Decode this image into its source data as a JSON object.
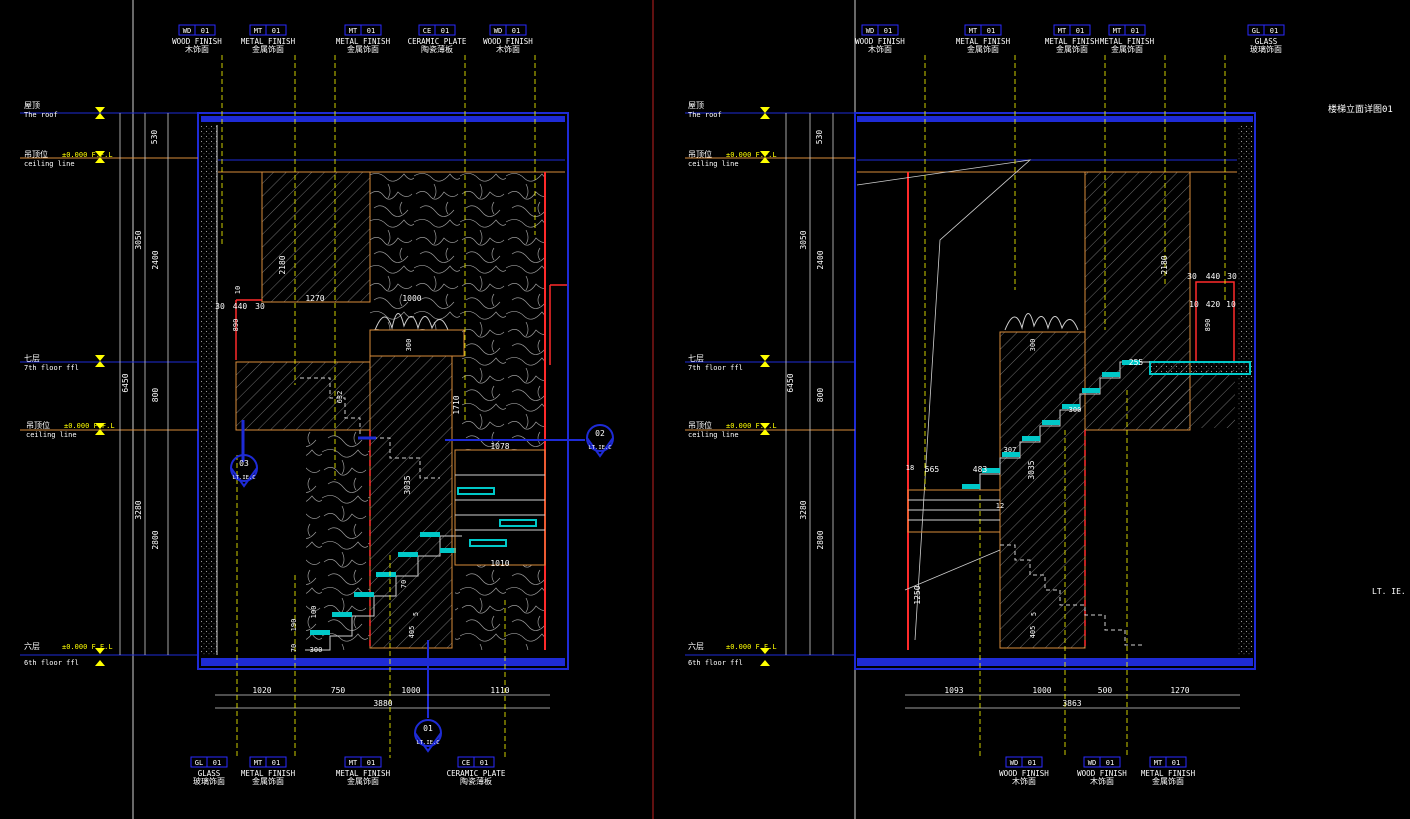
{
  "title_right": "楼梯立面详图01",
  "corner_label": "LT. IE. C",
  "left_view": {
    "levels": [
      {
        "cn": "屋顶",
        "en": "The roof"
      },
      {
        "cn": "吊顶位",
        "elev": "±0.000 F.F.L",
        "en": "ceiling line"
      },
      {
        "cn": "七层",
        "en": "7th floor ffl"
      },
      {
        "cn": "吊顶位",
        "elev": "±0.000 F.F.L",
        "en": "ceiling line"
      },
      {
        "cn": "六层",
        "elev": "±0.000 F.F.L",
        "en": "6th floor ffl"
      }
    ],
    "top_tags": [
      {
        "code": "WD",
        "num": "01",
        "en": "WOOD FINISH",
        "cn": "木饰面"
      },
      {
        "code": "MT",
        "num": "01",
        "en": "METAL FINISH",
        "cn": "金属饰面"
      },
      {
        "code": "MT",
        "num": "01",
        "en": "METAL FINISH",
        "cn": "金属饰面"
      },
      {
        "code": "CE",
        "num": "01",
        "en": "CERAMIC PLATE",
        "cn": "陶瓷薄板"
      },
      {
        "code": "WD",
        "num": "01",
        "en": "WOOD FINISH",
        "cn": "木饰面"
      }
    ],
    "bottom_tags": [
      {
        "code": "GL",
        "num": "01",
        "en": "GLASS",
        "cn": "玻璃饰面"
      },
      {
        "code": "MT",
        "num": "01",
        "en": "METAL FINISH",
        "cn": "金属饰面"
      },
      {
        "code": "MT",
        "num": "01",
        "en": "METAL FINISH",
        "cn": "金属饰面"
      },
      {
        "code": "CE",
        "num": "01",
        "en": "CERAMIC PLATE",
        "cn": "陶瓷薄板"
      }
    ],
    "vertical_dims": [
      "530",
      "3050",
      "2400",
      "6450",
      "800",
      "3280",
      "2800",
      "2180",
      "1710",
      "3035"
    ],
    "bottom_dims": [
      "1020",
      "750",
      "1000",
      "1110"
    ],
    "total_width": "3880",
    "horizontal_dims": [
      "30",
      "440",
      "30",
      "1270",
      "1000",
      "1078",
      "1010"
    ],
    "section_markers": [
      {
        "num": "03",
        "sub": "LT.IE.C"
      },
      {
        "num": "02",
        "sub": "LT.IE.C"
      },
      {
        "num": "01",
        "sub": "LT.IE.C"
      }
    ],
    "small_dims": [
      "890",
      "300",
      "632",
      "10",
      "100",
      "70",
      "190",
      "405",
      "300",
      "5",
      "70"
    ]
  },
  "right_view": {
    "levels": [
      {
        "cn": "屋顶",
        "en": "The roof"
      },
      {
        "cn": "吊顶位",
        "elev": "±0.000 F.F.L",
        "en": "ceiling line"
      },
      {
        "cn": "七层",
        "en": "7th floor ffl"
      },
      {
        "cn": "吊顶位",
        "elev": "±0.000 F.F.L",
        "en": "ceiling line"
      },
      {
        "cn": "六层",
        "elev": "±0.000 F.F.L",
        "en": "6th floor ffl"
      }
    ],
    "top_tags": [
      {
        "code": "WD",
        "num": "01",
        "en": "WOOD FINISH",
        "cn": "木饰面"
      },
      {
        "code": "MT",
        "num": "01",
        "en": "METAL FINISH",
        "cn": "金属饰面"
      },
      {
        "code": "MT",
        "num": "01",
        "en": "METAL FINISH",
        "cn": "金属饰面"
      },
      {
        "code": "MT",
        "num": "01",
        "en": "METAL FINISH",
        "cn": "金属饰面"
      },
      {
        "code": "GL",
        "num": "01",
        "en": "GLASS",
        "cn": "玻璃饰面"
      }
    ],
    "bottom_tags": [
      {
        "code": "WD",
        "num": "01",
        "en": "WOOD FINISH",
        "cn": "木饰面"
      },
      {
        "code": "WD",
        "num": "01",
        "en": "WOOD FINISH",
        "cn": "木饰面"
      },
      {
        "code": "MT",
        "num": "01",
        "en": "METAL FINISH",
        "cn": "金属饰面"
      }
    ],
    "vertical_dims": [
      "530",
      "3050",
      "2400",
      "6450",
      "800",
      "3280",
      "2800",
      "2180",
      "3035",
      "1250"
    ],
    "bottom_dims": [
      "1093",
      "1000",
      "500",
      "1270"
    ],
    "total_width": "3863",
    "horizontal_dims": [
      "30",
      "440",
      "30",
      "10",
      "420",
      "10",
      "565",
      "483",
      "255"
    ],
    "small_dims": [
      "890",
      "300",
      "405",
      "5",
      "300",
      "307",
      "18",
      "12"
    ]
  },
  "colors": {
    "background": "#000000",
    "wall_blue": "#1e2bd6",
    "dim_yellow": "#ffff00",
    "orange": "#d98c3a",
    "red": "#ff2a2a",
    "cyan": "#00c8c8",
    "hatch": "#b9b9b9",
    "tag_blue": "#2a2aff"
  }
}
